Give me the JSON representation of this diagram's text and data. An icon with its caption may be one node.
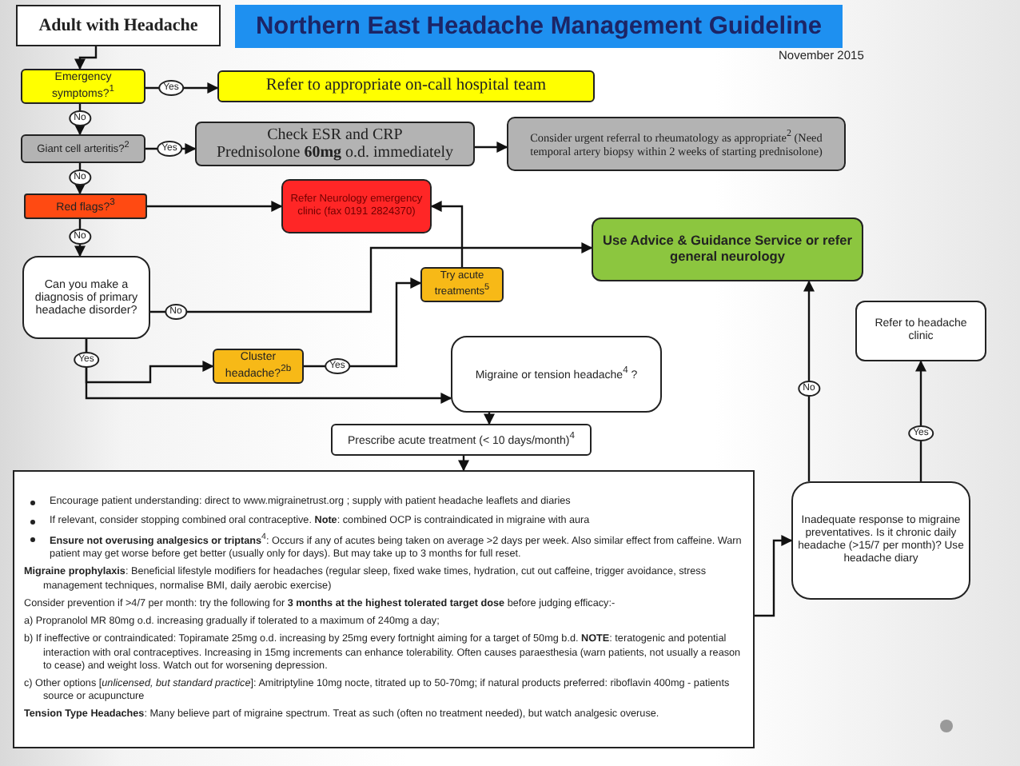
{
  "diagram": {
    "title": "Northern East Headache Management Guideline",
    "nodes": [
      {
        "text": [
          "Adult with Headache"
        ]
      },
      {
        "text": [
          "Emergency symptoms?$^{1}$"
        ]
      },
      {
        "text": [
          "Refer to appropriate on-call hospital team"
        ]
      },
      {
        "text": [
          "Giant cell arteritis?$^{2}$"
        ]
      },
      {
        "text": [
          "Check ESR and CRP",
          "Prednisolone **60mg** o.d. immediately"
        ]
      },
      {
        "text": [
          "Consider urgent referral to rheumatology as appropriate$^{2}$ (Need temporal artery biopsy within 2 weeks of starting prednisolone)"
        ]
      },
      {
        "text": [
          "Red flags?$^{3}$"
        ]
      },
      {
        "text": [
          "Refer Neurology emergency clinic (fax 0191 2824370)"
        ]
      },
      {
        "text": [
          "Can you make a diagnosis of primary headache disorder?"
        ]
      },
      {
        "text": [
          "Try acute treatments$^{5}$"
        ]
      },
      {
        "text": [
          "Use Advice & Guidance Service or refer general neurology"
        ]
      },
      {
        "text": [
          "Cluster headache?$^{2b}$"
        ]
      },
      {
        "text": [
          "Migraine or tension headache$^{4}$ ?"
        ]
      },
      {
        "text": [
          "Refer to headache clinic"
        ]
      },
      {
        "text": [
          "Prescribe acute treatment (< 10 days/month)$^{4}$"
        ]
      },
      {
        "text": [
          "Encourage patient understanding: direct to www.migrainetrust.org ;  supply with patient headache leaflets and diaries",
          "If relevant, consider stopping combined oral contraceptive. **Note**: combined OCP is contraindicated in migraine with aura",
          "**Ensure not overusing analgesics or triptans**$^{4}$: Occurs if any of acutes being taken on average >2 days per week. Also similar effect from caffeine.  Warn patient may get worse before get better (usually only for days).  But may take up to 3 months for full reset.",
          "**Migraine prophylaxis**:  Beneficial lifestyle modifiers for headaches (regular sleep, fixed wake times, hydration, cut out caffeine, trigger avoidance, stress management techniques, normalise BMI, daily aerobic exercise)",
          "Consider prevention if >4/7 per month: try the following for **3 months at the highest tolerated target dose** before judging efficacy:-",
          "a)  Propranolol MR 80mg o.d. increasing gradually if tolerated to a maximum of 240mg a day;",
          "b)  If ineffective or contraindicated: Topiramate 25mg o.d. increasing by 25mg every fortnight aiming for a target of 50mg b.d. **NOTE**: teratogenic and potential interaction with oral contraceptives.  Increasing in 15mg increments can enhance tolerability.  Often causes paraesthesia (warn patients, not usually a reason to cease) and weight loss.  Watch out for worsening depression.",
          "c)  Other options [*unlicensed, but standard practice*]: Amitriptyline 10mg nocte, titrated up to 50-70mg; if natural products preferred: riboflavin 400mg  - patients source or acupuncture",
          "**Tension Type Headaches**: Many believe part of migraine spectrum. Treat as such (often no treatment needed), but watch analgesic overuse."
        ]
      },
      {
        "text": [
          "Inadequate response to migraine preventatives.  Is it chronic daily headache (>15/7 per month)? Use headache diary"
        ]
      }
    ],
    "edges": [
      {
        "from": 0,
        "to": 1,
        "arrow": "to"
      },
      {
        "from": 1,
        "to": 2,
        "arrow": "to",
        "label": "Yes"
      },
      {
        "from": 1,
        "to": 3,
        "arrow": "to",
        "label": "No"
      },
      {
        "from": 3,
        "to": 4,
        "arrow": "to",
        "label": "Yes"
      },
      {
        "from": 4,
        "to": 5,
        "arrow": "to"
      },
      {
        "from": 3,
        "to": 6,
        "arrow": "to",
        "label": "No"
      },
      {
        "from": 6,
        "to": 7,
        "arrow": "to"
      },
      {
        "from": 6,
        "to": 8,
        "arrow": "to",
        "label": "No"
      },
      {
        "from": 8,
        "to": 10,
        "arrow": "to",
        "label": "No"
      },
      {
        "from": 9,
        "to": 7,
        "arrow": "to"
      },
      {
        "from": 8,
        "to": 11,
        "arrow": "to",
        "label": "Yes"
      },
      {
        "from": 8,
        "to": 12,
        "arrow": "to"
      },
      {
        "from": 11,
        "to": 9,
        "arrow": "to",
        "label": "Yes"
      },
      {
        "from": 12,
        "to": 14,
        "arrow": "to"
      },
      {
        "from": 14,
        "to": 15,
        "arrow": "to"
      },
      {
        "from": 15,
        "to": 16,
        "arrow": "to"
      },
      {
        "from": 16,
        "to": 10,
        "arrow": "to",
        "label": "No"
      },
      {
        "from": 16,
        "to": 13,
        "arrow": "to",
        "label": "Yes"
      }
    ],
    "labels": [
      "November 2015"
    ]
  }
}
